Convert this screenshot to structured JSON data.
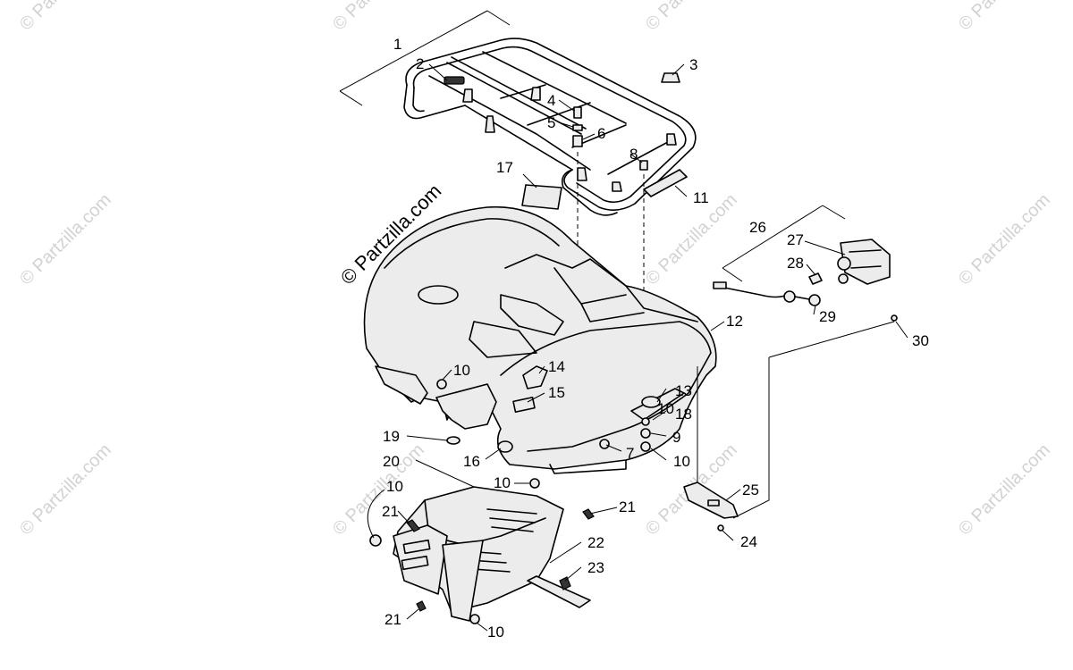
{
  "watermark": {
    "main": "© Partzilla.com",
    "faint": "© Partzilla.com"
  },
  "callouts": [
    "1",
    "2",
    "3",
    "4",
    "5",
    "6",
    "7",
    "8",
    "9",
    "10",
    "10",
    "10",
    "10",
    "10",
    "10",
    "11",
    "12",
    "13",
    "14",
    "15",
    "16",
    "17",
    "18",
    "19",
    "20",
    "21",
    "21",
    "21",
    "22",
    "23",
    "24",
    "25",
    "26",
    "27",
    "28",
    "29",
    "30"
  ]
}
